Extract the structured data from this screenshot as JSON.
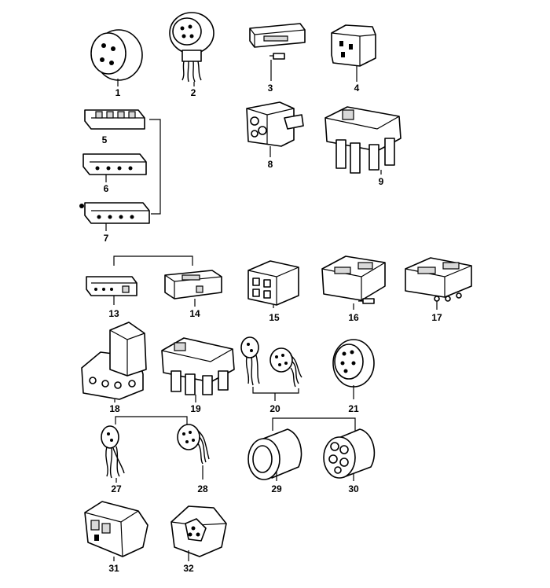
{
  "parts": [
    {
      "id": "p1",
      "label": "1"
    },
    {
      "id": "p2",
      "label": "2"
    },
    {
      "id": "p3",
      "label": "3"
    },
    {
      "id": "p4",
      "label": "4"
    },
    {
      "id": "p5",
      "label": "5"
    },
    {
      "id": "p6",
      "label": "6"
    },
    {
      "id": "p7",
      "label": "7"
    },
    {
      "id": "p8",
      "label": "8"
    },
    {
      "id": "p9",
      "label": "9"
    },
    {
      "id": "p13",
      "label": "13"
    },
    {
      "id": "p14",
      "label": "14"
    },
    {
      "id": "p15",
      "label": "15"
    },
    {
      "id": "p16",
      "label": "16"
    },
    {
      "id": "p17",
      "label": "17"
    },
    {
      "id": "p18",
      "label": "18"
    },
    {
      "id": "p19",
      "label": "19"
    },
    {
      "id": "p20",
      "label": "20"
    },
    {
      "id": "p21",
      "label": "21"
    },
    {
      "id": "p27",
      "label": "27"
    },
    {
      "id": "p28",
      "label": "28"
    },
    {
      "id": "p29",
      "label": "29"
    },
    {
      "id": "p30",
      "label": "30"
    },
    {
      "id": "p31",
      "label": "31"
    },
    {
      "id": "p32",
      "label": "32"
    }
  ]
}
